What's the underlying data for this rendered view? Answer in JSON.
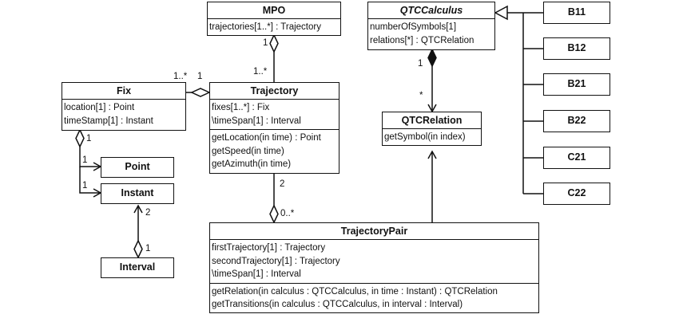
{
  "classes": {
    "mpo": {
      "name": "MPO",
      "attributes": [
        "trajectories[1..*] : Trajectory"
      ],
      "operations": []
    },
    "qtc_calculus": {
      "name": "QTCCalculus",
      "attributes": [
        "numberOfSymbols[1]",
        "relations[*] : QTCRelation"
      ],
      "operations": []
    },
    "fix": {
      "name": "Fix",
      "attributes": [
        "location[1] : Point",
        "timeStamp[1] : Instant"
      ],
      "operations": []
    },
    "trajectory": {
      "name": "Trajectory",
      "attributes": [
        "fixes[1..*] : Fix",
        "\\timeSpan[1] : Interval"
      ],
      "operations": [
        "getLocation(in time) : Point",
        "getSpeed(in time)",
        "getAzimuth(in time)"
      ]
    },
    "qtc_relation": {
      "name": "QTCRelation",
      "attributes": [],
      "operations": [
        "getSymbol(in index)"
      ]
    },
    "point": {
      "name": "Point"
    },
    "instant": {
      "name": "Instant"
    },
    "interval": {
      "name": "Interval"
    },
    "trajectory_pair": {
      "name": "TrajectoryPair",
      "attributes": [
        "firstTrajectory[1] : Trajectory",
        "secondTrajectory[1] : Trajectory",
        "\\timeSpan[1] : Interval"
      ],
      "operations": [
        "getRelation(in calculus : QTCCalculus, in time : Instant) : QTCRelation",
        "getTransitions(in calculus : QTCCalculus, in interval : Interval)"
      ]
    },
    "b11": {
      "name": "B11"
    },
    "b12": {
      "name": "B12"
    },
    "b21": {
      "name": "B21"
    },
    "b22": {
      "name": "B22"
    },
    "c21": {
      "name": "C21"
    },
    "c22": {
      "name": "C22"
    }
  },
  "multiplicities": {
    "mpo_end": "1",
    "trajectory_from_mpo": "1..*",
    "fix_end": "1..*",
    "trajectory_from_fix": "1",
    "qtc_calculus_end": "1",
    "qtc_relation_end": "*",
    "fix_to_instant": "1",
    "point_end": "1",
    "instant_end": "1",
    "instant_from_interval": "2",
    "interval_end": "1",
    "trajectory_to_pair": "2",
    "pair_end": "0..*"
  },
  "colors": {
    "line": "#111111",
    "background": "#ffffff"
  }
}
